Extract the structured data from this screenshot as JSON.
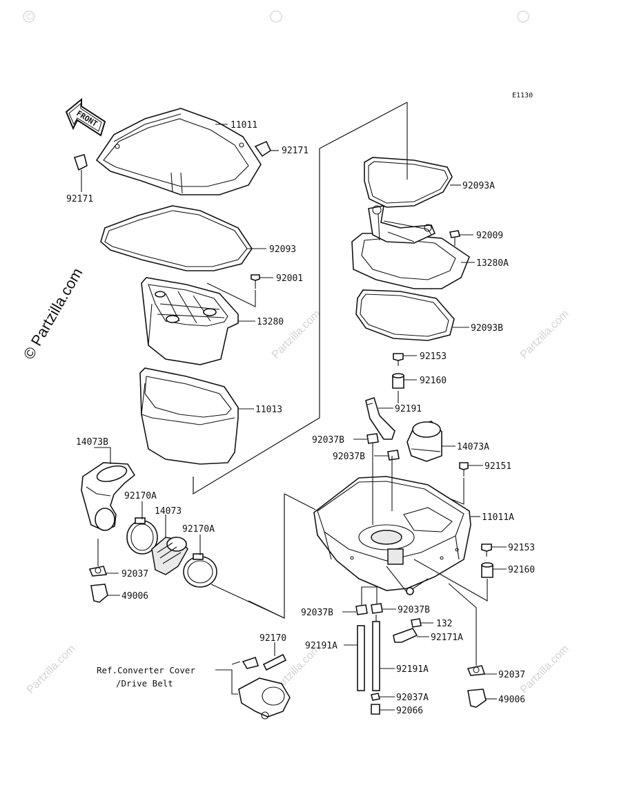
{
  "diagram": {
    "code": "E1130",
    "front_label": "FRONT",
    "watermark_text": "Partzilla.com",
    "watermark_copyright": "©",
    "brand_copyright": "© Partzilla.com",
    "reference_note": {
      "line1": "Ref.Converter Cover",
      "line2": "/Drive Belt"
    },
    "callouts": {
      "c11011": "11011",
      "c92171_right": "92171",
      "c92171_left": "92171",
      "c92093": "92093",
      "c92001": "92001",
      "c13280": "13280",
      "c11013": "11013",
      "c14073B": "14073B",
      "c92170A_1": "92170A",
      "c14073": "14073",
      "c92170A_2": "92170A",
      "c92037_left": "92037",
      "c49006_left": "49006",
      "c92170": "92170",
      "c92093A": "92093A",
      "c92009": "92009",
      "c13280A": "13280A",
      "c92093B": "92093B",
      "c92153_top": "92153",
      "c92160_top": "92160",
      "c92191": "92191",
      "c92037B_1": "92037B",
      "c92037B_2": "92037B",
      "c14073A": "14073A",
      "c92151": "92151",
      "c11011A": "11011A",
      "c92153_right": "92153",
      "c92160_right": "92160",
      "c92037B_3": "92037B",
      "c92037B_4": "92037B",
      "c132": "132",
      "c92171A": "92171A",
      "c92191A_1": "92191A",
      "c92191A_2": "92191A",
      "c92037_right": "92037",
      "c92037A": "92037A",
      "c92066": "92066",
      "c49006_right": "49006"
    }
  }
}
